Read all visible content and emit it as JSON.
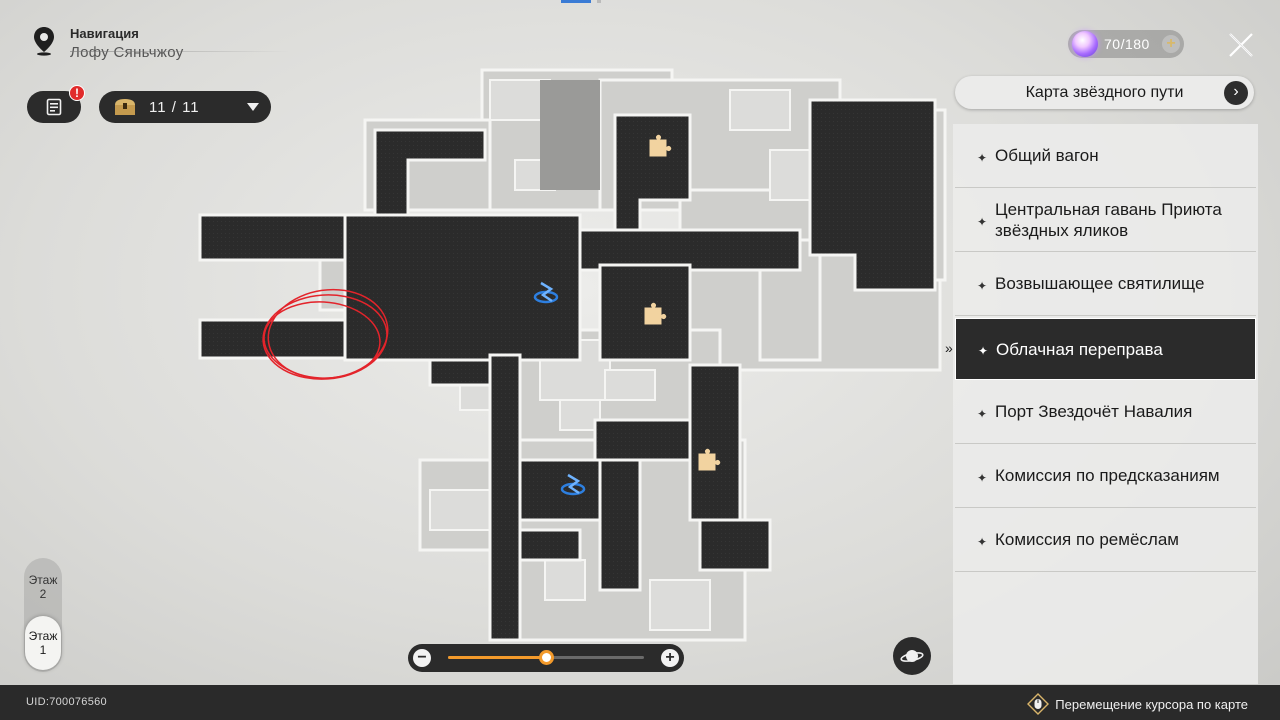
{
  "header": {
    "nav_label": "Навигация",
    "location": "Лофу Сяньчжоу",
    "chest_count": "11 / 11",
    "quest_alert": "!",
    "trailblaze_power": "70/180",
    "power_plus": "+"
  },
  "right_panel": {
    "star_map_button": "Карта звёздного пути",
    "locations": [
      {
        "label": "Общий вагон",
        "active": false
      },
      {
        "label": "Центральная гавань Приюта звёздных яликов",
        "active": false
      },
      {
        "label": "Возвышающее святилище",
        "active": false
      },
      {
        "label": "Облачная переправа",
        "active": true
      },
      {
        "label": "Порт Звездочёт Навалия",
        "active": false
      },
      {
        "label": "Комиссия по предсказаниям",
        "active": false
      },
      {
        "label": "Комиссия по ремёслам",
        "active": false
      }
    ]
  },
  "floors": {
    "floor_word": "Этаж",
    "items": [
      {
        "number": "2",
        "active": false
      },
      {
        "number": "1",
        "active": true
      }
    ]
  },
  "zoom": {
    "level": 0.5,
    "minus": "−",
    "plus": "+"
  },
  "bottom": {
    "uid": "UID:700076560",
    "hint": "Перемещение курсора по карте"
  },
  "colors": {
    "accent": "#f39a2b",
    "panel_dark": "#2b2b2b",
    "teleport_blue": "#2d7fe0",
    "puzzle_tan": "#f2d3a0",
    "annotation_red": "#e3242b"
  },
  "icons": {
    "nav": "location-pin-icon",
    "quest": "quest-log-icon",
    "chest": "treasure-chest-icon",
    "close": "close-icon",
    "planet": "planet-icon",
    "teleport": "space-anchor-icon",
    "puzzle": "puzzle-piece-icon"
  }
}
